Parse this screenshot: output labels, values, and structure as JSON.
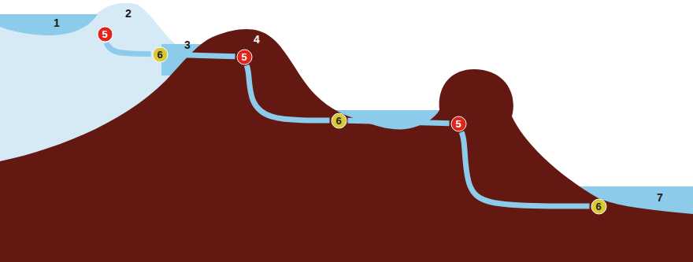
{
  "diagram": {
    "nodes": [
      {
        "text": [
          "5"
        ]
      },
      {
        "text": [
          "6"
        ]
      },
      {
        "text": [
          "5"
        ]
      },
      {
        "text": [
          "6"
        ]
      },
      {
        "text": [
          "5"
        ]
      },
      {
        "text": [
          "6"
        ]
      }
    ],
    "edges": [
      {
        "from": 0,
        "to": 1,
        "arrow": "none"
      },
      {
        "from": 1,
        "to": 2,
        "arrow": "none"
      },
      {
        "from": 2,
        "to": 3,
        "arrow": "none"
      },
      {
        "from": 3,
        "to": 4,
        "arrow": "none"
      },
      {
        "from": 4,
        "to": 5,
        "arrow": "none"
      }
    ],
    "labels": [
      "1",
      "2",
      "3",
      "4",
      "7"
    ]
  }
}
